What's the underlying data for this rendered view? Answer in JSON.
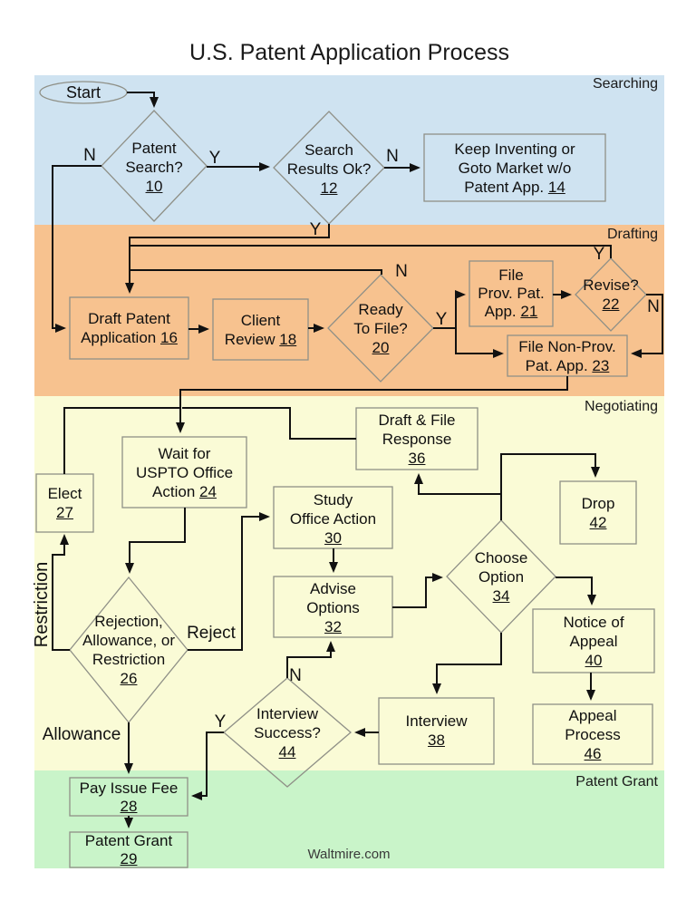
{
  "title": "U.S. Patent Application Process",
  "footer": "Waltmire.com",
  "bands": {
    "searching": {
      "label": "Searching",
      "color": "#cfe3f1"
    },
    "drafting": {
      "label": "Drafting",
      "color": "#f7c28f"
    },
    "negotiating": {
      "label": "Negotiating",
      "color": "#fafbd6"
    },
    "grant": {
      "label": "Patent Grant",
      "color": "#c9f4c9"
    }
  },
  "nodes": {
    "start": {
      "l1": "Start"
    },
    "n10": {
      "l1": "Patent",
      "l2": "Search?",
      "num": "10"
    },
    "n12": {
      "l1": "Search",
      "l2": "Results Ok?",
      "num": "12"
    },
    "n14": {
      "l1": "Keep Inventing or",
      "l2": "Goto Market w/o",
      "l3": "Patent App.",
      "num": "14"
    },
    "n16": {
      "l1": "Draft Patent",
      "l2": "Application",
      "num": "16"
    },
    "n18": {
      "l1": "Client",
      "l2": "Review",
      "num": "18"
    },
    "n20": {
      "l1": "Ready",
      "l2": "To File?",
      "num": "20"
    },
    "n21": {
      "l1": "File",
      "l2": "Prov. Pat.",
      "l3": "App.",
      "num": "21"
    },
    "n22": {
      "l1": "Revise?",
      "num": "22"
    },
    "n23": {
      "l1": "File Non-Prov.",
      "l2": "Pat. App.",
      "num": "23"
    },
    "n24": {
      "l1": "Wait for",
      "l2": "USPTO Office",
      "l3": "Action",
      "num": "24"
    },
    "n26": {
      "l1": "Rejection,",
      "l2": "Allowance, or",
      "l3": "Restriction",
      "num": "26"
    },
    "n27": {
      "l1": "Elect",
      "num": "27"
    },
    "n28": {
      "l1": "Pay Issue Fee",
      "num": "28"
    },
    "n29": {
      "l1": "Patent Grant",
      "num": "29"
    },
    "n30": {
      "l1": "Study",
      "l2": "Office Action",
      "num": "30"
    },
    "n32": {
      "l1": "Advise",
      "l2": "Options",
      "num": "32"
    },
    "n34": {
      "l1": "Choose",
      "l2": "Option",
      "num": "34"
    },
    "n36": {
      "l1": "Draft & File",
      "l2": "Response",
      "num": "36"
    },
    "n38": {
      "l1": "Interview",
      "num": "38"
    },
    "n40": {
      "l1": "Notice of",
      "l2": "Appeal",
      "num": "40"
    },
    "n42": {
      "l1": "Drop",
      "num": "42"
    },
    "n44": {
      "l1": "Interview",
      "l2": "Success?",
      "num": "44"
    },
    "n46": {
      "l1": "Appeal",
      "l2": "Process",
      "num": "46"
    }
  },
  "edge_labels": {
    "n10_n": "N",
    "n10_y": "Y",
    "n12_n": "N",
    "n12_y": "Y",
    "n20_n": "N",
    "n20_y": "Y",
    "n22_y": "Y",
    "n22_n": "N",
    "n44_n": "N",
    "n44_y": "Y",
    "reject": "Reject",
    "restriction": "Restriction",
    "allowance": "Allowance"
  }
}
